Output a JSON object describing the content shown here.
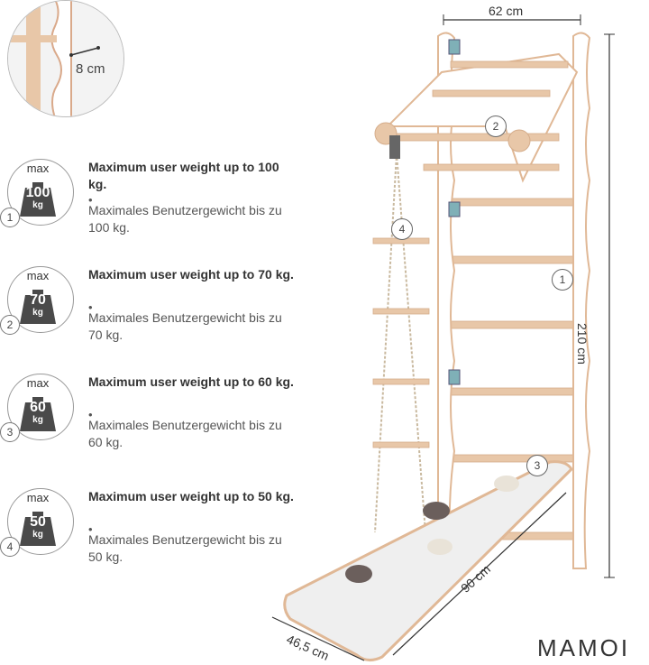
{
  "inset": {
    "label": "8 cm"
  },
  "items": [
    {
      "marker": "1",
      "max": "max",
      "value": "100",
      "unit": "kg",
      "en": "Maximum user weight up to 100 kg.",
      "bullet": "•",
      "de": "Maximales Benutzergewicht bis zu 100 kg."
    },
    {
      "marker": "2",
      "max": "max",
      "value": "70",
      "unit": "kg",
      "en": "Maximum user weight up to 70 kg.",
      "bullet": "•",
      "de": "Maximales Benutzergewicht bis zu 70 kg."
    },
    {
      "marker": "3",
      "max": "max",
      "value": "60",
      "unit": "kg",
      "en": "Maximum user weight up to 60 kg.",
      "bullet": "•",
      "de": "Maximales Benutzergewicht bis zu 60 kg."
    },
    {
      "marker": "4",
      "max": "max",
      "value": "50",
      "unit": "kg",
      "en": "Maximum user weight up to 50 kg.",
      "bullet": "•",
      "de": "Maximales Benutzergewicht bis zu 50 kg."
    }
  ],
  "dimensions": {
    "width": "62 cm",
    "height": "210 cm",
    "slide_length": "90 cm",
    "slide_width": "46,5 cm"
  },
  "diagram_markers": [
    "2",
    "1",
    "4",
    "3"
  ],
  "logo": "MAMOI",
  "colors": {
    "wood": "#e8c7a8",
    "frame": "#ffffff",
    "outline": "#d9d9d9",
    "weight": "#4a4a4a",
    "hold_dark": "#6b5f5c",
    "hold_light": "#e9e3d8"
  }
}
